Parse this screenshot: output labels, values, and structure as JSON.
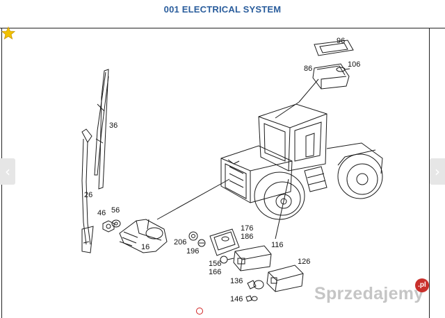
{
  "header": {
    "title": "001 ELECTRICAL SYSTEM"
  },
  "nav": {
    "prev_glyph": "‹",
    "next_glyph": "›"
  },
  "watermark": {
    "text": "Sprzedajemy",
    "badge": ".pl"
  },
  "colors": {
    "title": "#2a5d9c",
    "star": "#f2c200",
    "marker": "#d02020",
    "badge": "#c9302c"
  },
  "icons": {
    "favorite": "star-icon",
    "prev": "chevron-left-icon",
    "next": "chevron-right-icon"
  },
  "part_labels": {
    "p96": "96",
    "p106": "106",
    "p86": "86",
    "p36": "36",
    "p26": "26",
    "p46": "46",
    "p56": "56",
    "p16": "16",
    "p206": "206",
    "p196": "196",
    "p176": "176",
    "p186": "186",
    "p116": "116",
    "p156": "156",
    "p166": "166",
    "p126": "126",
    "p136": "136",
    "p146": "146"
  }
}
